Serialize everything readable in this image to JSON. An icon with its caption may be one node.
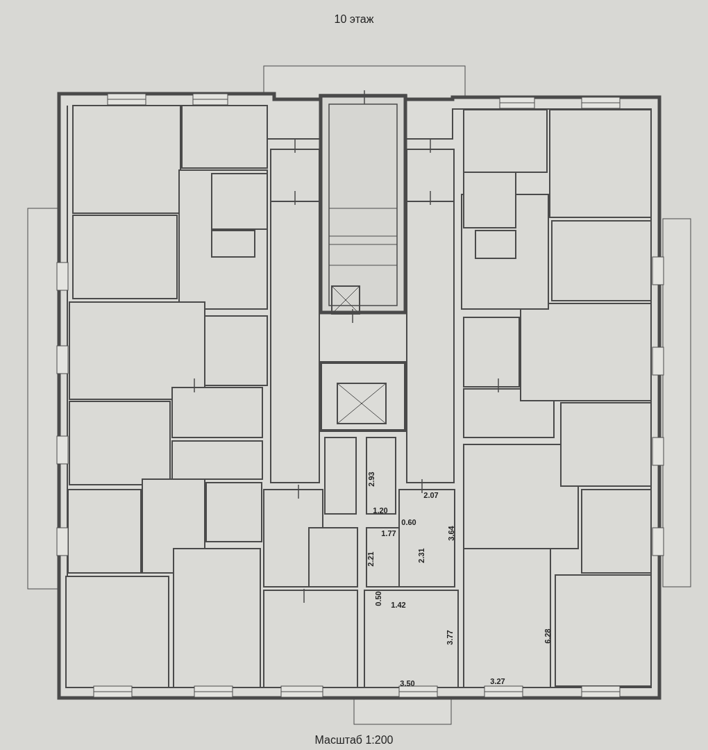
{
  "diagram": {
    "title": "10 этаж",
    "caption": "Масштаб 1:200",
    "labels": [
      "2.93",
      "2.07",
      "1.20",
      "0.60",
      "1.77",
      "3.64",
      "2.31",
      "2.21",
      "0.50",
      "1.42",
      "3.77",
      "6.28",
      "3.27",
      "3.50"
    ]
  }
}
